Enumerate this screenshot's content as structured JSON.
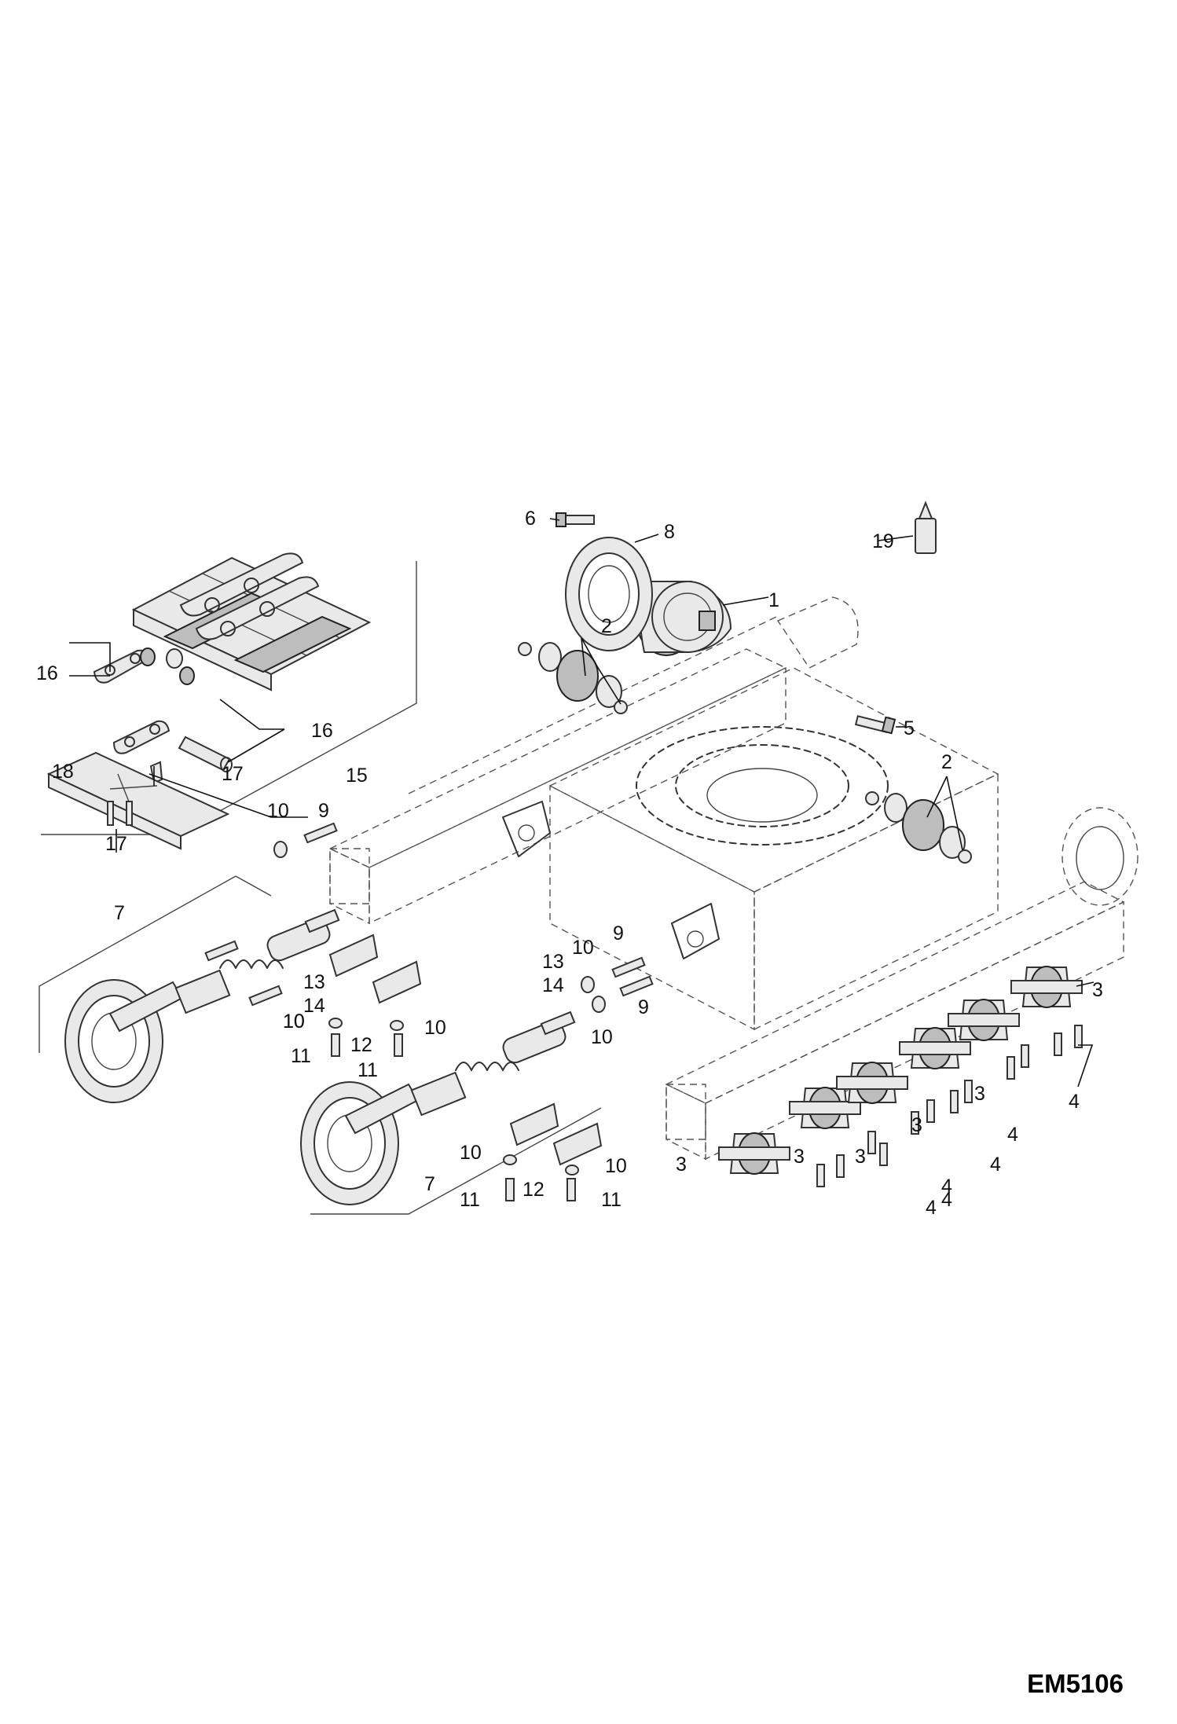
{
  "document": {
    "code": "EM5106"
  },
  "callouts": {
    "c1": "1",
    "c2a": "2",
    "c2b": "2",
    "c3a": "3",
    "c3b": "3",
    "c3c": "3",
    "c3d": "3",
    "c3e": "3",
    "c3f": "3",
    "c4a": "4",
    "c4b": "4",
    "c4c": "4",
    "c4d": "4",
    "c4e": "4",
    "c4f": "4",
    "c5": "5",
    "c6": "6",
    "c7a": "7",
    "c7b": "7",
    "c8": "8",
    "c9a": "9",
    "c9b": "9",
    "c9c": "9",
    "c10a": "10",
    "c10b": "10",
    "c10c": "10",
    "c10d": "10",
    "c10e": "10",
    "c10f": "10",
    "c10g": "10",
    "c10h": "10",
    "c11a": "11",
    "c11b": "11",
    "c11c": "11",
    "c11d": "11",
    "c12a": "12",
    "c12b": "12",
    "c13a": "13",
    "c13b": "13",
    "c14a": "14",
    "c14b": "14",
    "c15": "15",
    "c16a": "16",
    "c16b": "16",
    "c17a": "17",
    "c17b": "17",
    "c18": "18",
    "c19": "19"
  }
}
